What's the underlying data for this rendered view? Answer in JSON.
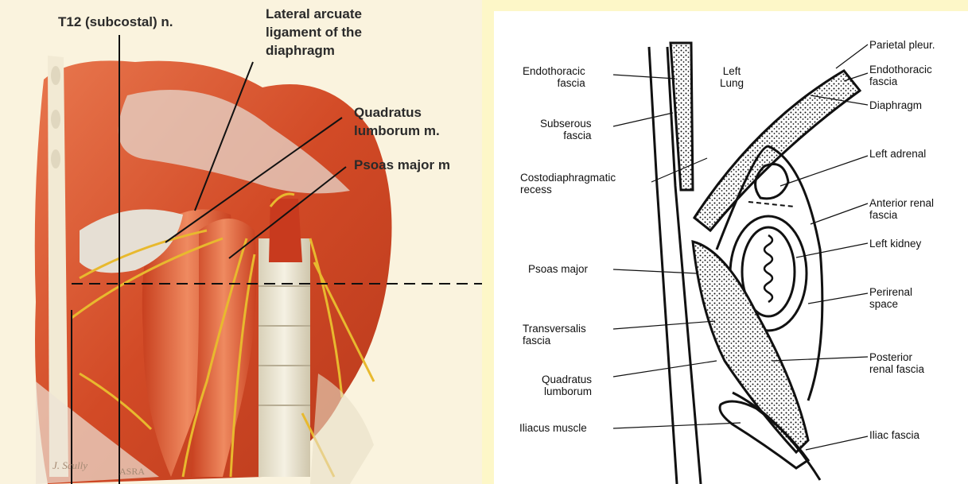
{
  "left_image": {
    "labels": {
      "t12": "T12 (subcostal) n.",
      "lateral_arcuate": [
        "Lateral arcuate",
        "ligament of the",
        "diaphragm"
      ],
      "quadratus": [
        "Quadratus",
        "lumborum m."
      ],
      "psoas": "Psoas major m"
    },
    "watermark": {
      "signature": "J. Scully",
      "org": "ASRA"
    }
  },
  "right_image": {
    "labels_left": {
      "endothoracic": [
        "Endothoracic",
        "fascia"
      ],
      "subserous": [
        "Subserous",
        "fascia"
      ],
      "costodiaphragmatic": [
        "Costodiaphragmatic",
        "recess"
      ],
      "psoas": [
        "Psoas major"
      ],
      "transversalis": [
        "Transversalis",
        "fascia"
      ],
      "quadratus": [
        "Quadratus",
        "lumborum"
      ],
      "iliacus": [
        "Iliacus muscle"
      ]
    },
    "label_center": [
      "Left",
      "Lung"
    ],
    "labels_right": {
      "parietal_pleura": [
        "Parietal pleur."
      ],
      "endothoracic": [
        "Endothoracic",
        "fascia"
      ],
      "diaphragm": [
        "Diaphragm"
      ],
      "left_adrenal": [
        "Left adrenal"
      ],
      "anterior_renal": [
        "Anterior renal",
        "fascia"
      ],
      "left_kidney": [
        "Left kidney"
      ],
      "perirenal": [
        "Perirenal",
        "space"
      ],
      "posterior_renal": [
        "Posterior",
        "renal fascia"
      ],
      "iliac_fascia": [
        "Iliac fascia"
      ]
    }
  },
  "colors": {
    "background": "#fdf7c8",
    "muscle": "#d9552e",
    "nerve": "#e8b92e",
    "ink": "#111111"
  }
}
